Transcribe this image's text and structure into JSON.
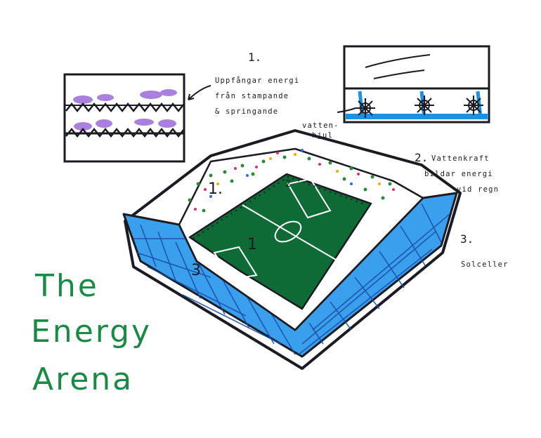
{
  "title": {
    "line1": "The",
    "line2": "Energy",
    "line3": "Arena"
  },
  "note1": {
    "number": "1.",
    "line1": "Uppfångar energi",
    "line2": "från stampande",
    "line3": "& springande"
  },
  "note2": {
    "number": "2.",
    "line1": "Vattenkraft",
    "line2": "bildar energi",
    "line3": "vid regn",
    "wheel_label_1": "vatten-",
    "wheel_label_2": "hjul"
  },
  "note3": {
    "number": "3.",
    "line1": "Solceller"
  },
  "stadium_marks": {
    "stand": "1.",
    "pitch": "1",
    "corner": "2",
    "roof": "3"
  },
  "colors": {
    "ink": "#1b1b22",
    "pitch": "#0f6b35",
    "solar": "#1f8fe0",
    "title": "#1a8a46",
    "crowd": "#8a5fd0"
  }
}
